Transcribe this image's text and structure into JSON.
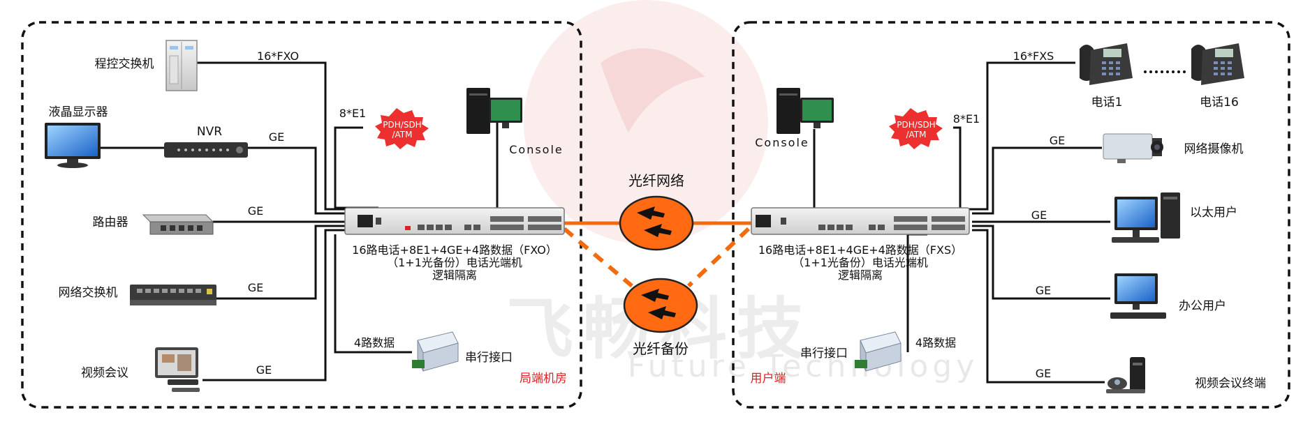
{
  "colors": {
    "line": "#111111",
    "fiber": "#f26b0f",
    "fiber_fill": "#ff6a13",
    "burst": "#ec2f2f",
    "site_label": "#e02020",
    "watermark": "#e6e6e6",
    "watermark_logo": "#f6d9d9"
  },
  "watermark": {
    "cn": "飞畅科技",
    "en": "Future Technology"
  },
  "cloud": {
    "network": "光纤网络",
    "backup": "光纤备份"
  },
  "left_site": {
    "site_label": "局端机房",
    "devices": {
      "pbx": "程控交换机",
      "lcd": "液晶显示器",
      "nvr": "NVR",
      "router": "路由器",
      "switch": "网络交换机",
      "video_conf": "视频会议",
      "console": "Console",
      "serial": "串行接口"
    },
    "links": {
      "fxo": "16*FXO",
      "e1": "8*E1",
      "ge1": "GE",
      "ge2": "GE",
      "ge3": "GE",
      "ge4": "GE",
      "data": "4路数据"
    },
    "burst": [
      "PDH/SDH",
      "/ATM"
    ],
    "terminal_lines": [
      "16路电话+8E1+4GE+4路数据（FXO）",
      "（1+1光备份）电话光端机",
      "逻辑隔离"
    ]
  },
  "right_site": {
    "site_label": "用户端",
    "devices": {
      "phone1": "电话1",
      "phone16": "电话16",
      "camera": "网络摄像机",
      "ethernet_user": "以太用户",
      "office_user": "办公用户",
      "video_terminal": "视频会议终端",
      "console": "Console",
      "serial": "串行接口"
    },
    "links": {
      "fxs": "16*FXS",
      "e1": "8*E1",
      "ge1": "GE",
      "ge2": "GE",
      "ge3": "GE",
      "ge4": "GE",
      "data": "4路数据"
    },
    "burst": [
      "PDH/SDH",
      "/ATM"
    ],
    "terminal_lines": [
      "16路电话+8E1+4GE+4路数据（FXS）",
      "（1+1光备份）电话光端机",
      "逻辑隔离"
    ]
  }
}
